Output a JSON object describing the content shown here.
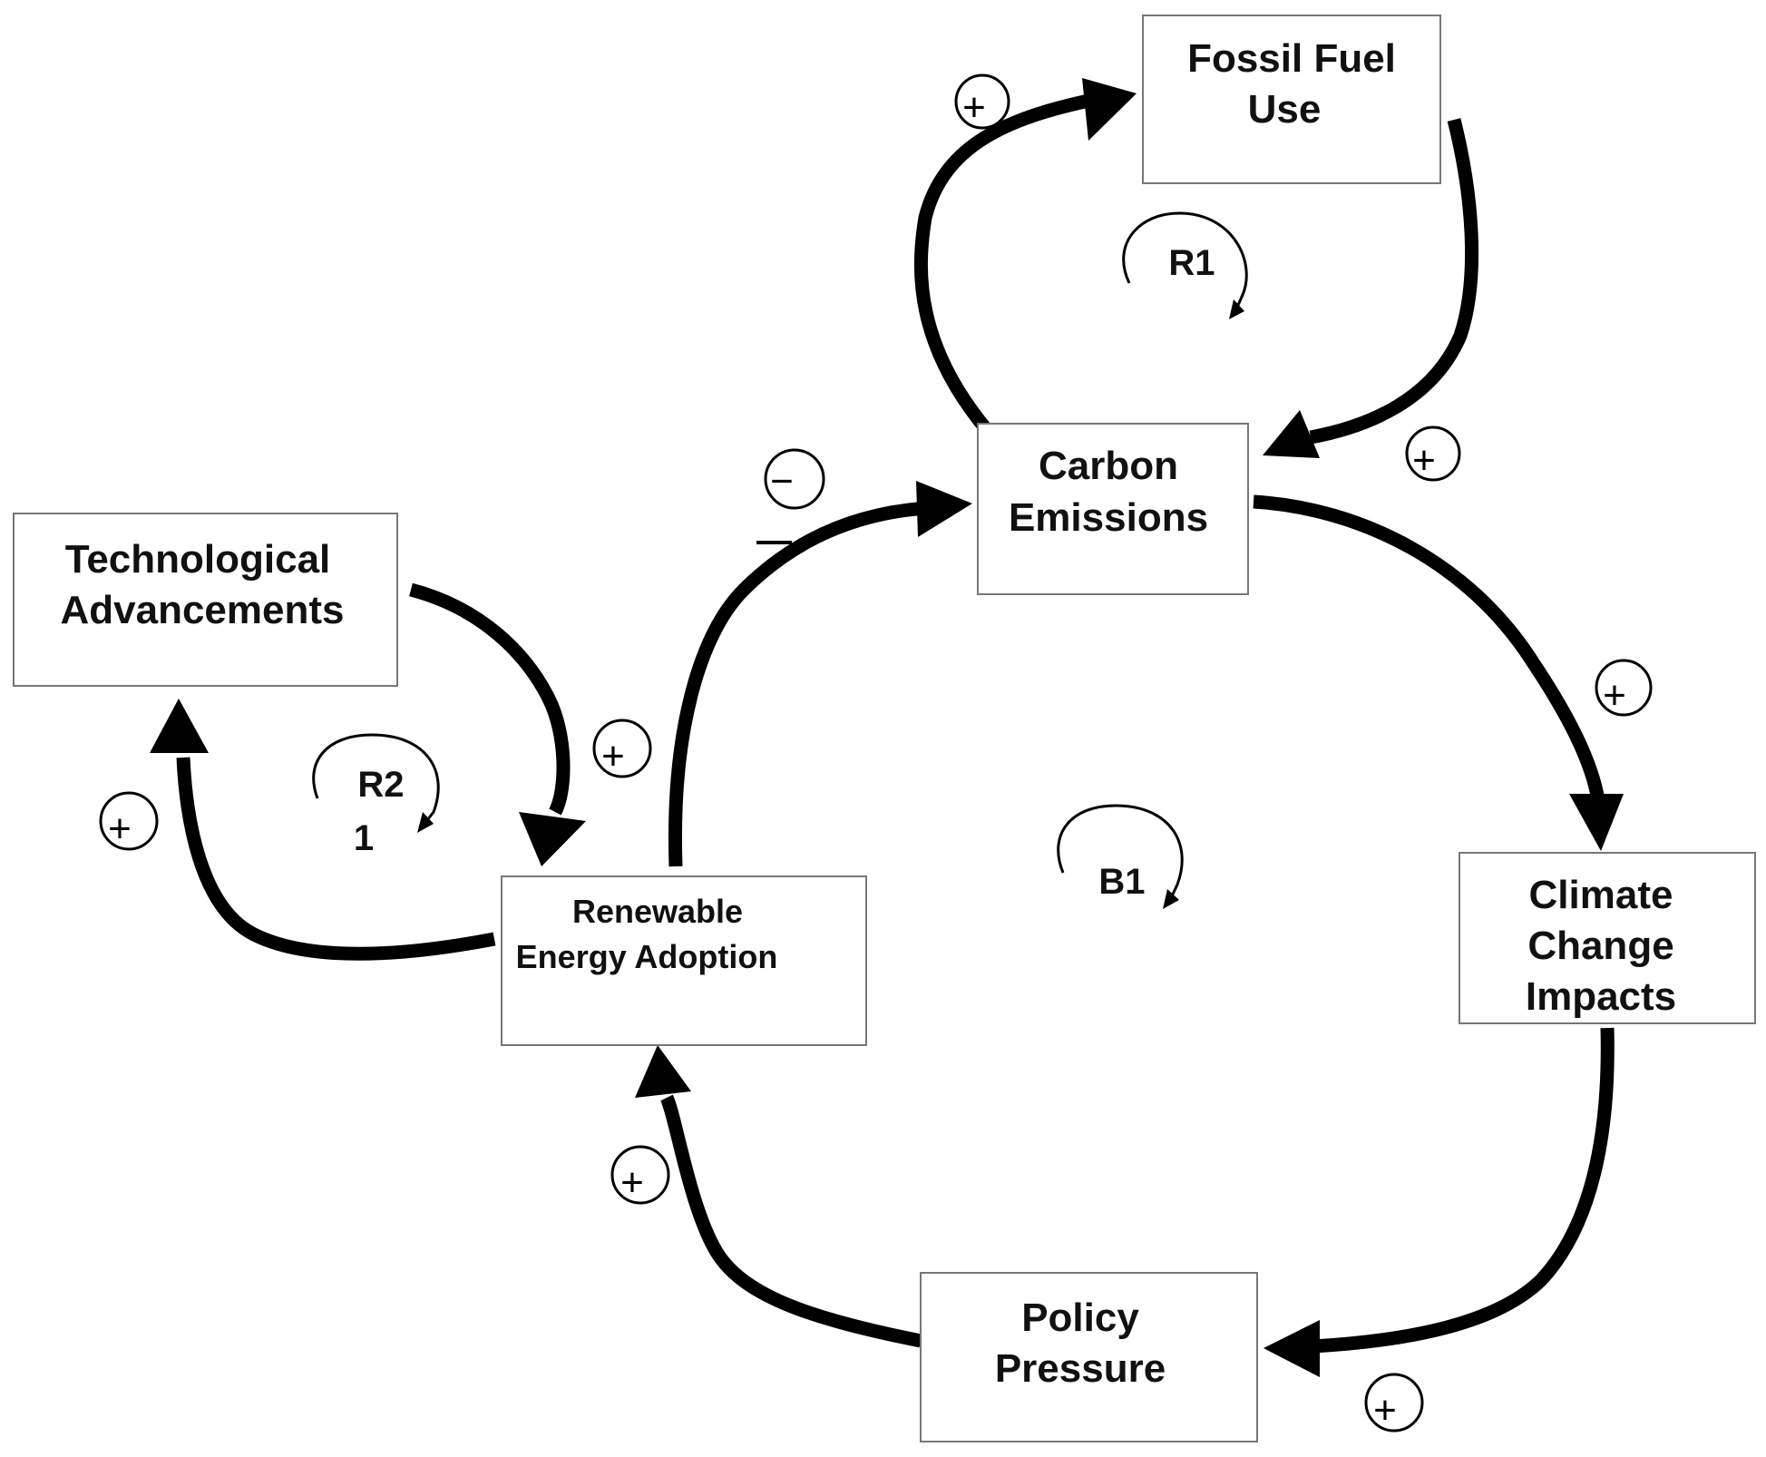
{
  "nodes": {
    "fossil_fuel_use": {
      "lines": [
        "Fossil Fuel",
        "Use"
      ]
    },
    "carbon_emissions": {
      "lines": [
        "Carbon",
        "Emissions"
      ]
    },
    "technological_advancements": {
      "lines": [
        "Technological",
        "Advancements"
      ]
    },
    "renewable_energy_adoption": {
      "lines": [
        "Renewable",
        "Energy Adoption"
      ]
    },
    "climate_change_impacts": {
      "lines": [
        "Climate",
        "Change",
        "Impacts"
      ]
    },
    "policy_pressure": {
      "lines": [
        "Policy",
        "Pressure"
      ]
    }
  },
  "links": [
    {
      "from": "Carbon Emissions",
      "to": "Fossil Fuel Use",
      "polarity": "+"
    },
    {
      "from": "Fossil Fuel Use",
      "to": "Carbon Emissions",
      "polarity": "+"
    },
    {
      "from": "Renewable Energy Adoption",
      "to": "Carbon Emissions",
      "polarity": "−"
    },
    {
      "from": "Carbon Emissions",
      "to": "Climate Change Impacts",
      "polarity": "+"
    },
    {
      "from": "Climate Change Impacts",
      "to": "Policy Pressure",
      "polarity": "+"
    },
    {
      "from": "Policy Pressure",
      "to": "Renewable Energy Adoption",
      "polarity": "+"
    },
    {
      "from": "Technological Advancements",
      "to": "Renewable Energy Adoption",
      "polarity": "+"
    },
    {
      "from": "Renewable Energy Adoption",
      "to": "Technological Advancements",
      "polarity": "+"
    }
  ],
  "polarity_signs": {
    "plus": "+",
    "minus": "−"
  },
  "loops": {
    "r1": {
      "label": "R1"
    },
    "r21": {
      "lines": [
        "R2",
        "1"
      ]
    },
    "b1": {
      "label": "B1"
    }
  }
}
